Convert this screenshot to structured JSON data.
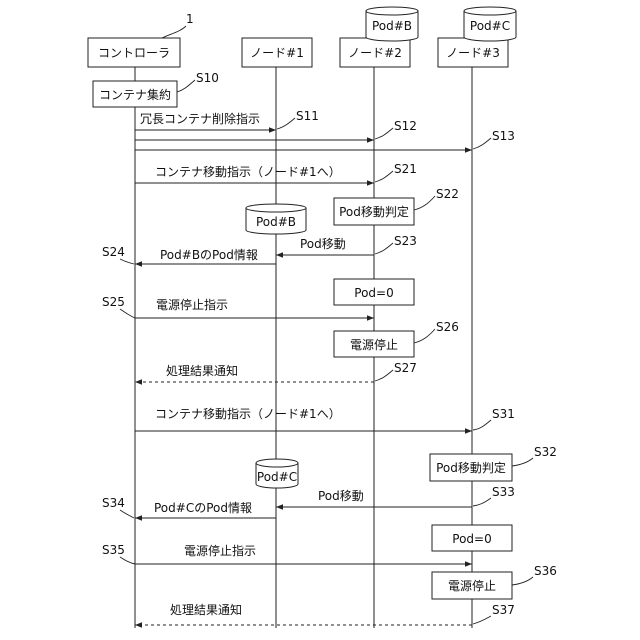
{
  "ref_numeral": "1",
  "participants": {
    "controller": "コントローラ",
    "node1": "ノード#1",
    "node2": "ノード#2",
    "node3": "ノード#3"
  },
  "pods": {
    "pod_b_top": "Pod#B",
    "pod_c_top": "Pod#C",
    "pod_b_mid": "Pod#B",
    "pod_c_mid": "Pod#C"
  },
  "boxes": {
    "container_consolidation": "コンテナ集約",
    "pod_move_judge_1": "Pod移動判定",
    "pod_zero_1": "Pod=0",
    "power_stop_1": "電源停止",
    "pod_move_judge_2": "Pod移動判定",
    "pod_zero_2": "Pod=0",
    "power_stop_2": "電源停止"
  },
  "messages": {
    "redundant_delete": "冗長コンテナ削除指示",
    "move_instruction_1": "コンテナ移動指示（ノード#1へ）",
    "pod_move_1": "Pod移動",
    "pod_b_info": "Pod#BのPod情報",
    "power_stop_instruction_1": "電源停止指示",
    "result_notice_1": "処理結果通知",
    "move_instruction_2": "コンテナ移動指示（ノード#1へ）",
    "pod_move_2": "Pod移動",
    "pod_c_info": "Pod#CのPod情報",
    "power_stop_instruction_2": "電源停止指示",
    "result_notice_2": "処理結果通知"
  },
  "steps": {
    "s10": "S10",
    "s11": "S11",
    "s12": "S12",
    "s13": "S13",
    "s21": "S21",
    "s22": "S22",
    "s23": "S23",
    "s24": "S24",
    "s25": "S25",
    "s26": "S26",
    "s27": "S27",
    "s31": "S31",
    "s32": "S32",
    "s33": "S33",
    "s34": "S34",
    "s35": "S35",
    "s36": "S36",
    "s37": "S37"
  }
}
